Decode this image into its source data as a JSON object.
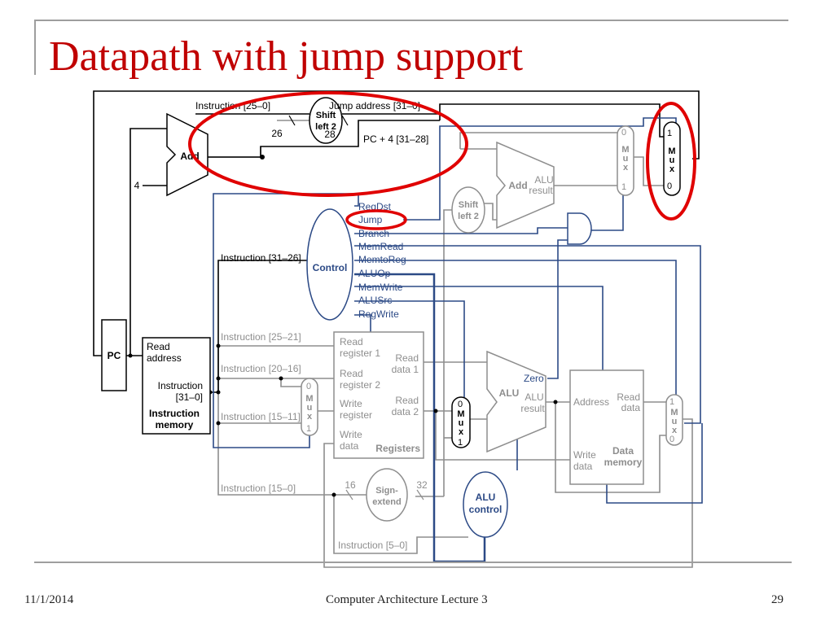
{
  "slide": {
    "title": "Datapath with jump support",
    "date": "11/1/2014",
    "course": "Computer Architecture Lecture 3",
    "page": "29"
  },
  "colors": {
    "title": "#c00000",
    "highlight": "#e00000",
    "control": "#2c4a86",
    "datapath_gray": "#8e8e8e",
    "black": "#000000"
  },
  "diagram": {
    "pc": "PC",
    "instr_mem": {
      "read": "Read",
      "address": "address",
      "instruction": "Instruction",
      "bits": "[31–0]",
      "name1": "Instruction",
      "name2": "memory"
    },
    "add_pc": "Add",
    "four": "4",
    "shift_top": {
      "l1": "Shift",
      "l2": "left 2"
    },
    "shift_mid": {
      "l1": "Shift",
      "l2": "left 2"
    },
    "instr_25_0": "Instruction [25–0]",
    "jump_address": "Jump address [31–0]",
    "n26": "26",
    "n28": "28",
    "pc4_top": "PC + 4 [31–28]",
    "add_alu": {
      "add": "Add",
      "alu": "ALU",
      "result": "result"
    },
    "mux_pc": {
      "top": "0",
      "m": "M",
      "u": "u",
      "x": "x",
      "bottom": "1"
    },
    "mux_jump": {
      "top": "1",
      "m": "M",
      "u": "u",
      "x": "x",
      "bottom": "0"
    },
    "control": "Control",
    "control_signals": [
      "RegDst",
      "Jump",
      "Branch",
      "MemRead",
      "MemtoReg",
      "ALUOp",
      "MemWrite",
      "ALUSrc",
      "RegWrite"
    ],
    "instr_31_26": "Instruction [31–26]",
    "instr_25_21": "Instruction [25–21]",
    "instr_20_16": "Instruction [20–16]",
    "instr_15_11": "Instruction [15–11]",
    "instr_15_0": "Instruction [15–0]",
    "instr_5_0": "Instruction [5–0]",
    "mux_regdst": {
      "top": "0",
      "m": "M",
      "u": "u",
      "x": "x",
      "bottom": "1"
    },
    "registers": {
      "rr1a": "Read",
      "rr1b": "register 1",
      "rr2a": "Read",
      "rr2b": "register 2",
      "wra": "Write",
      "wrb": "register",
      "wda": "Write",
      "wdb": "data",
      "rd1a": "Read",
      "rd1b": "data 1",
      "rd2a": "Read",
      "rd2b": "data 2",
      "name": "Registers"
    },
    "mux_alusrc": {
      "top": "0",
      "m": "M",
      "u": "u",
      "x": "x",
      "bottom": "1"
    },
    "alu": {
      "name": "ALU",
      "zero": "Zero",
      "alu2": "ALU",
      "result": "result"
    },
    "data_mem": {
      "address": "Address",
      "read": "Read",
      "data": "data",
      "write": "Write",
      "wdata": "data",
      "name1": "Data",
      "name2": "memory"
    },
    "mux_memtoreg": {
      "top": "1",
      "m": "M",
      "u": "u",
      "x": "x",
      "bottom": "0"
    },
    "sign_extend": {
      "l1": "Sign-",
      "l2": "extend"
    },
    "n16": "16",
    "n32": "32",
    "alu_control": {
      "l1": "ALU",
      "l2": "control"
    }
  }
}
